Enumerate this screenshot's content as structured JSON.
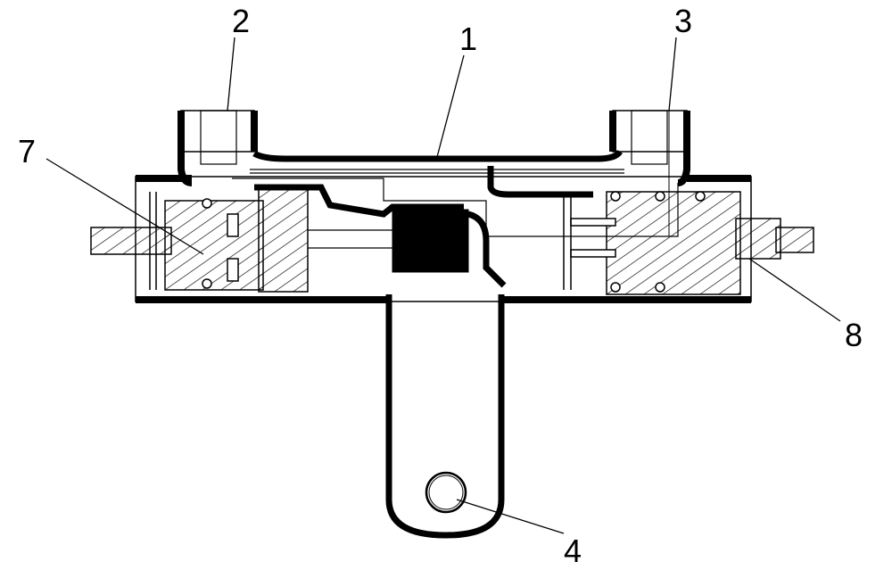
{
  "figure": {
    "labels": {
      "body": "1",
      "left_port": "2",
      "right_port": "3",
      "mounting_hole": "4",
      "left_valve": "7",
      "right_valve": "8"
    },
    "colors": {
      "line": "#000000",
      "background": "#ffffff"
    }
  }
}
